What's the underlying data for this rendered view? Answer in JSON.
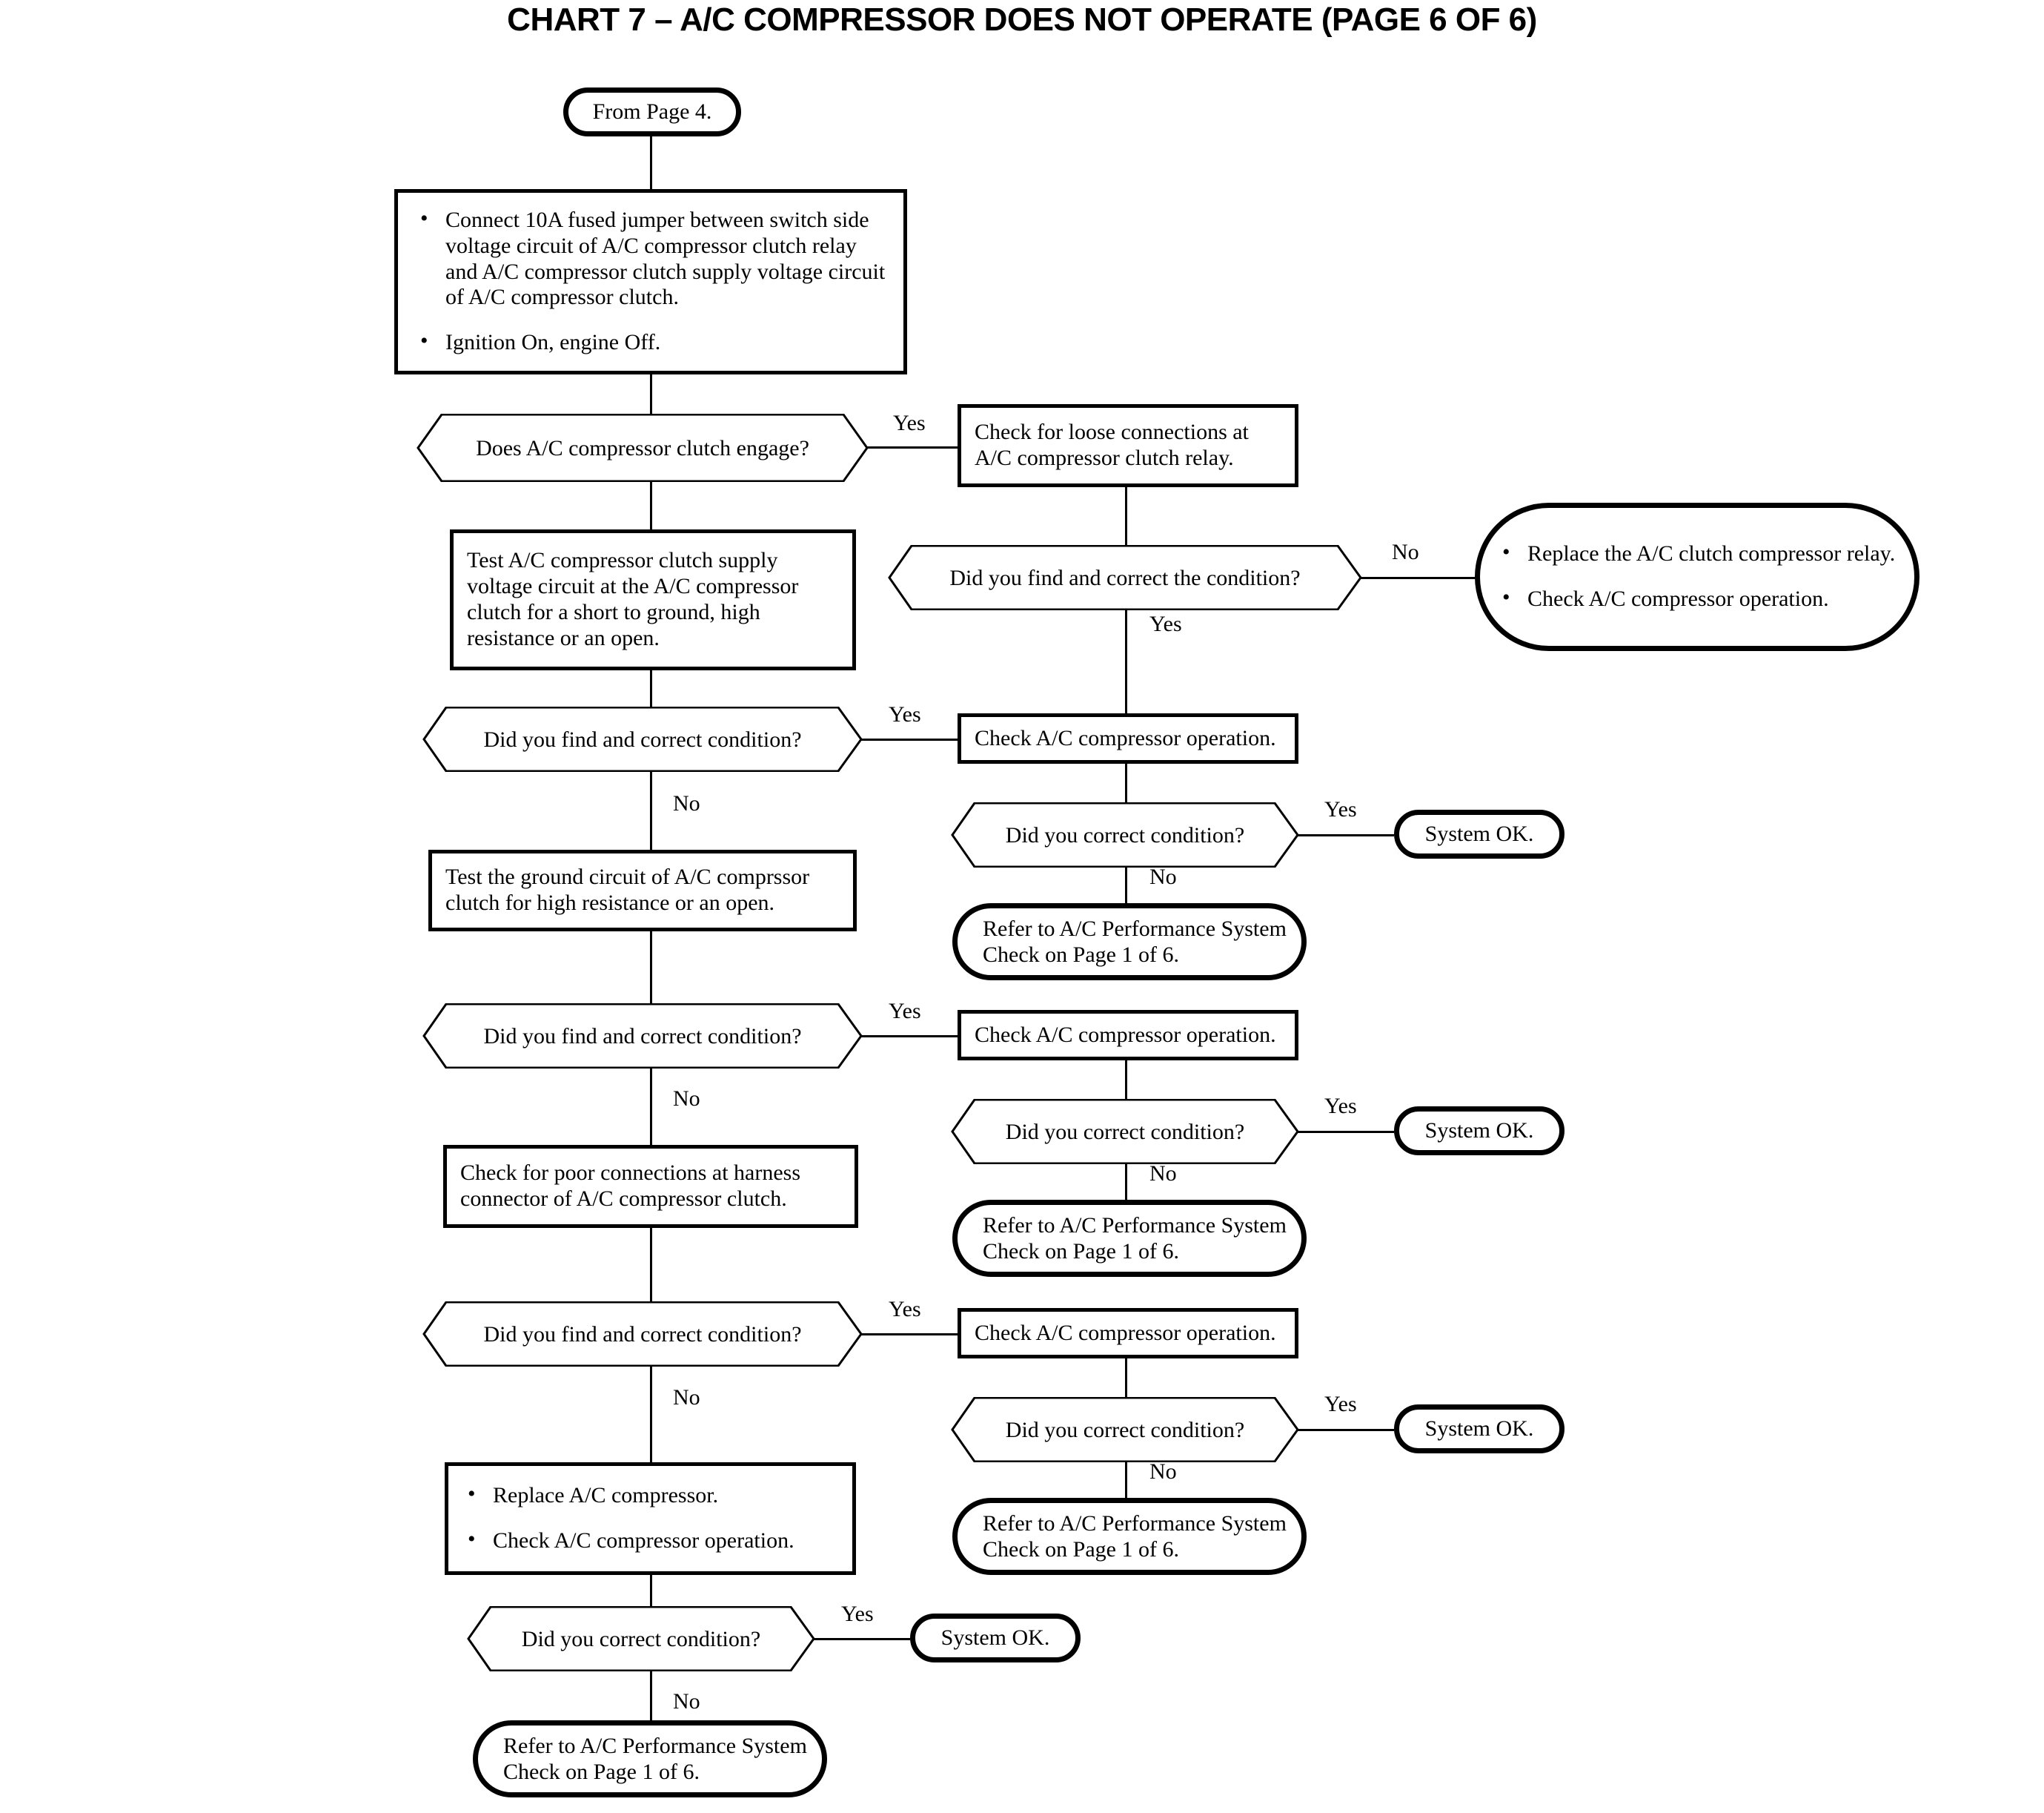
{
  "title": "CHART 7 – A/C COMPRESSOR DOES NOT OPERATE (PAGE 6 OF 6)",
  "colors": {
    "ink": "#000000",
    "paper": "#ffffff"
  },
  "chart_data": {
    "type": "diagram",
    "diagram_type": "troubleshooting-flowchart",
    "title": "CHART 7 – A/C COMPRESSOR DOES NOT OPERATE (PAGE 6 OF 6)",
    "node_count": 26,
    "edge_labels": [
      "Yes",
      "No"
    ]
  },
  "nodes": {
    "entry": {
      "shape": "terminator",
      "text": "From Page 4."
    },
    "step1": {
      "shape": "process",
      "bullets": [
        "Connect 10A fused jumper between switch side voltage circuit of A/C compressor clutch relay and A/C compressor clutch supply voltage circuit of A/C compressor clutch.",
        "Ignition On, engine Off."
      ]
    },
    "d1": {
      "shape": "decision",
      "text": "Does A/C compressor clutch engage?"
    },
    "r1": {
      "shape": "process",
      "text": "Check for loose connections at A/C compressor clutch relay."
    },
    "d2": {
      "shape": "decision",
      "text": "Did you find and correct the condition?"
    },
    "r2": {
      "shape": "terminator",
      "bullets": [
        "Replace the A/C clutch compressor relay.",
        "Check A/C compressor operation."
      ]
    },
    "step2": {
      "shape": "process",
      "text": "Test A/C compressor clutch supply voltage circuit at the A/C compressor clutch for a short to ground, high resistance or an open."
    },
    "d3": {
      "shape": "decision",
      "text": "Did you find and correct condition?"
    },
    "r3": {
      "shape": "process",
      "text": "Check A/C compressor operation."
    },
    "d4": {
      "shape": "decision",
      "text": "Did you correct condition?"
    },
    "ok1": {
      "shape": "terminator",
      "text": "System OK."
    },
    "ref1": {
      "shape": "terminator",
      "text": "Refer to A/C Performance System Check on Page 1 of 6."
    },
    "step3": {
      "shape": "process",
      "text": "Test the ground circuit of A/C comprssor clutch for high resistance or an open."
    },
    "d5": {
      "shape": "decision",
      "text": "Did you find and correct condition?"
    },
    "r4": {
      "shape": "process",
      "text": "Check A/C compressor operation."
    },
    "d6": {
      "shape": "decision",
      "text": "Did you correct condition?"
    },
    "ok2": {
      "shape": "terminator",
      "text": "System OK."
    },
    "ref2": {
      "shape": "terminator",
      "text": "Refer to A/C Performance System Check on Page 1 of 6."
    },
    "step4": {
      "shape": "process",
      "text": "Check for poor connections at harness connector of A/C compressor clutch."
    },
    "d7": {
      "shape": "decision",
      "text": "Did you find and correct condition?"
    },
    "r5": {
      "shape": "process",
      "text": "Check A/C compressor operation."
    },
    "d8": {
      "shape": "decision",
      "text": "Did you correct condition?"
    },
    "ok3": {
      "shape": "terminator",
      "text": "System OK."
    },
    "ref3": {
      "shape": "terminator",
      "text": "Refer to A/C Performance System Check on Page 1 of 6."
    },
    "step5": {
      "shape": "process",
      "bullets": [
        "Replace A/C compressor.",
        "Check A/C compressor operation."
      ]
    },
    "d9": {
      "shape": "decision",
      "text": "Did you correct condition?"
    },
    "ok4": {
      "shape": "terminator",
      "text": "System OK."
    },
    "ref4": {
      "shape": "terminator",
      "text": "Refer to A/C Performance System Check on Page 1 of 6."
    }
  },
  "labels": {
    "yes": "Yes",
    "no": "No",
    "yes_d1": "Yes",
    "no_d2": "No",
    "yes_d2": "Yes",
    "yes_d3": "Yes",
    "no_d3": "No",
    "yes_d4": "Yes",
    "no_d4": "No",
    "yes_d5": "Yes",
    "no_d5": "No",
    "yes_d6": "Yes",
    "no_d6": "No",
    "yes_d7": "Yes",
    "no_d7": "No",
    "yes_d8": "Yes",
    "no_d8": "No",
    "yes_d9": "Yes",
    "no_d9": "No"
  },
  "step1_bullets": {
    "b0": "Connect 10A fused jumper between switch",
    "b0b": "side voltage circuit of A/C compressor clutch",
    "b0c": "relay and A/C compressor clutch supply",
    "b0d": "voltage circuit of A/C compressor clutch.",
    "b1": "Ignition On, engine Off."
  }
}
